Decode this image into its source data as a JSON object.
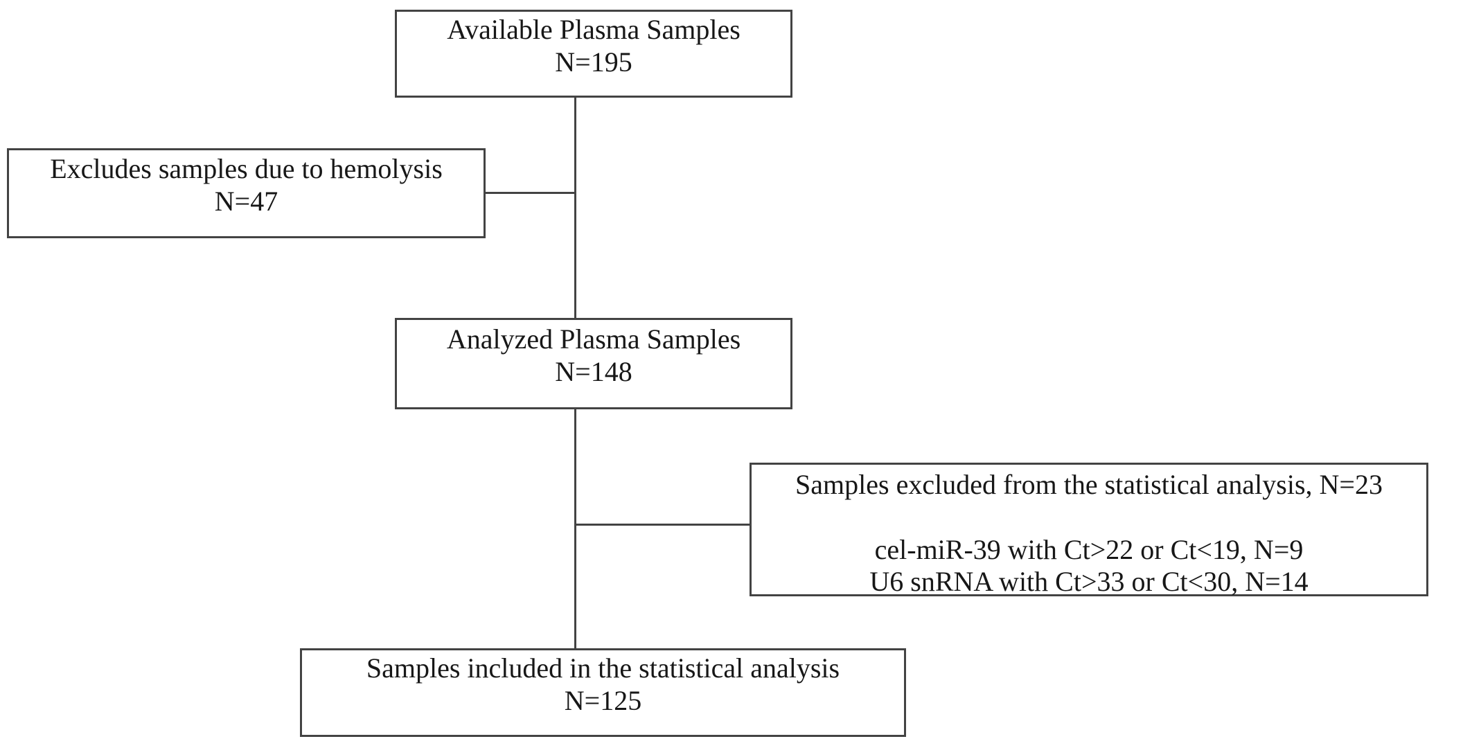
{
  "flowchart": {
    "colors": {
      "border": "#434343",
      "connector": "#434343",
      "text": "#171717",
      "background": "#ffffff"
    },
    "nodes": {
      "available": {
        "lines": [
          "Available Plasma Samples",
          "N=195"
        ]
      },
      "hemolysis": {
        "lines": [
          "Excludes samples due to hemolysis",
          "N=47"
        ]
      },
      "analyzed": {
        "lines": [
          "Analyzed Plasma Samples",
          "N=148"
        ]
      },
      "stat_excluded": {
        "lines": [
          "Samples excluded from the statistical analysis, N=23",
          "",
          "cel-miR-39 with Ct>22 or Ct<19, N=9",
          "U6 snRNA with Ct>33 or Ct<30, N=14"
        ]
      },
      "stat_included": {
        "lines": [
          "Samples included in the statistical analysis",
          "N=125"
        ]
      }
    }
  }
}
